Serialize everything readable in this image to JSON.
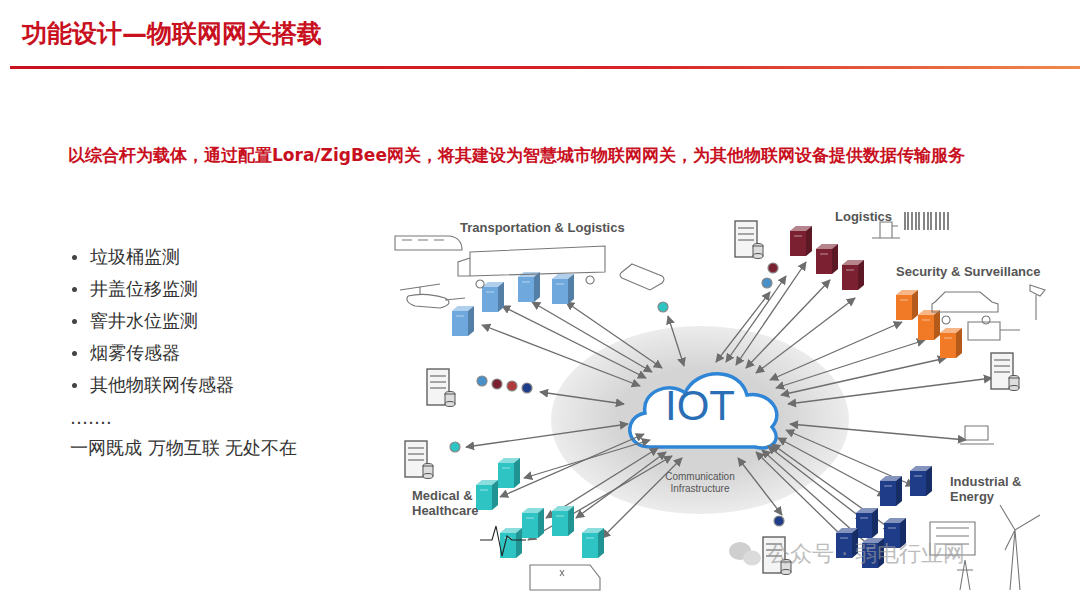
{
  "diagram": {
    "title": "功能设计—物联网网关搭载",
    "nodes": [
      {
        "text": [
          "Communication Infrastructure"
        ]
      },
      {
        "text": [
          "IOT"
        ],
        "in": 0
      }
    ],
    "labels": [
      "以综合杆为载体，通过配置Lora/ZigBee网关，将其建设为智慧城市物联网网关，为其他物联网设备提供数据传输服务",
      "垃圾桶监测",
      "井盖位移监测",
      "窨井水位监测",
      "烟雾传感器",
      "其他物联网传感器",
      "…….",
      "一网既成 万物互联 无处不在",
      "Transportation & Logistics",
      "Logistics",
      "Security & Surveillance",
      "Industrial & Energy",
      "Medical & Healthcare",
      "公众号 · 弱电行业网"
    ]
  }
}
